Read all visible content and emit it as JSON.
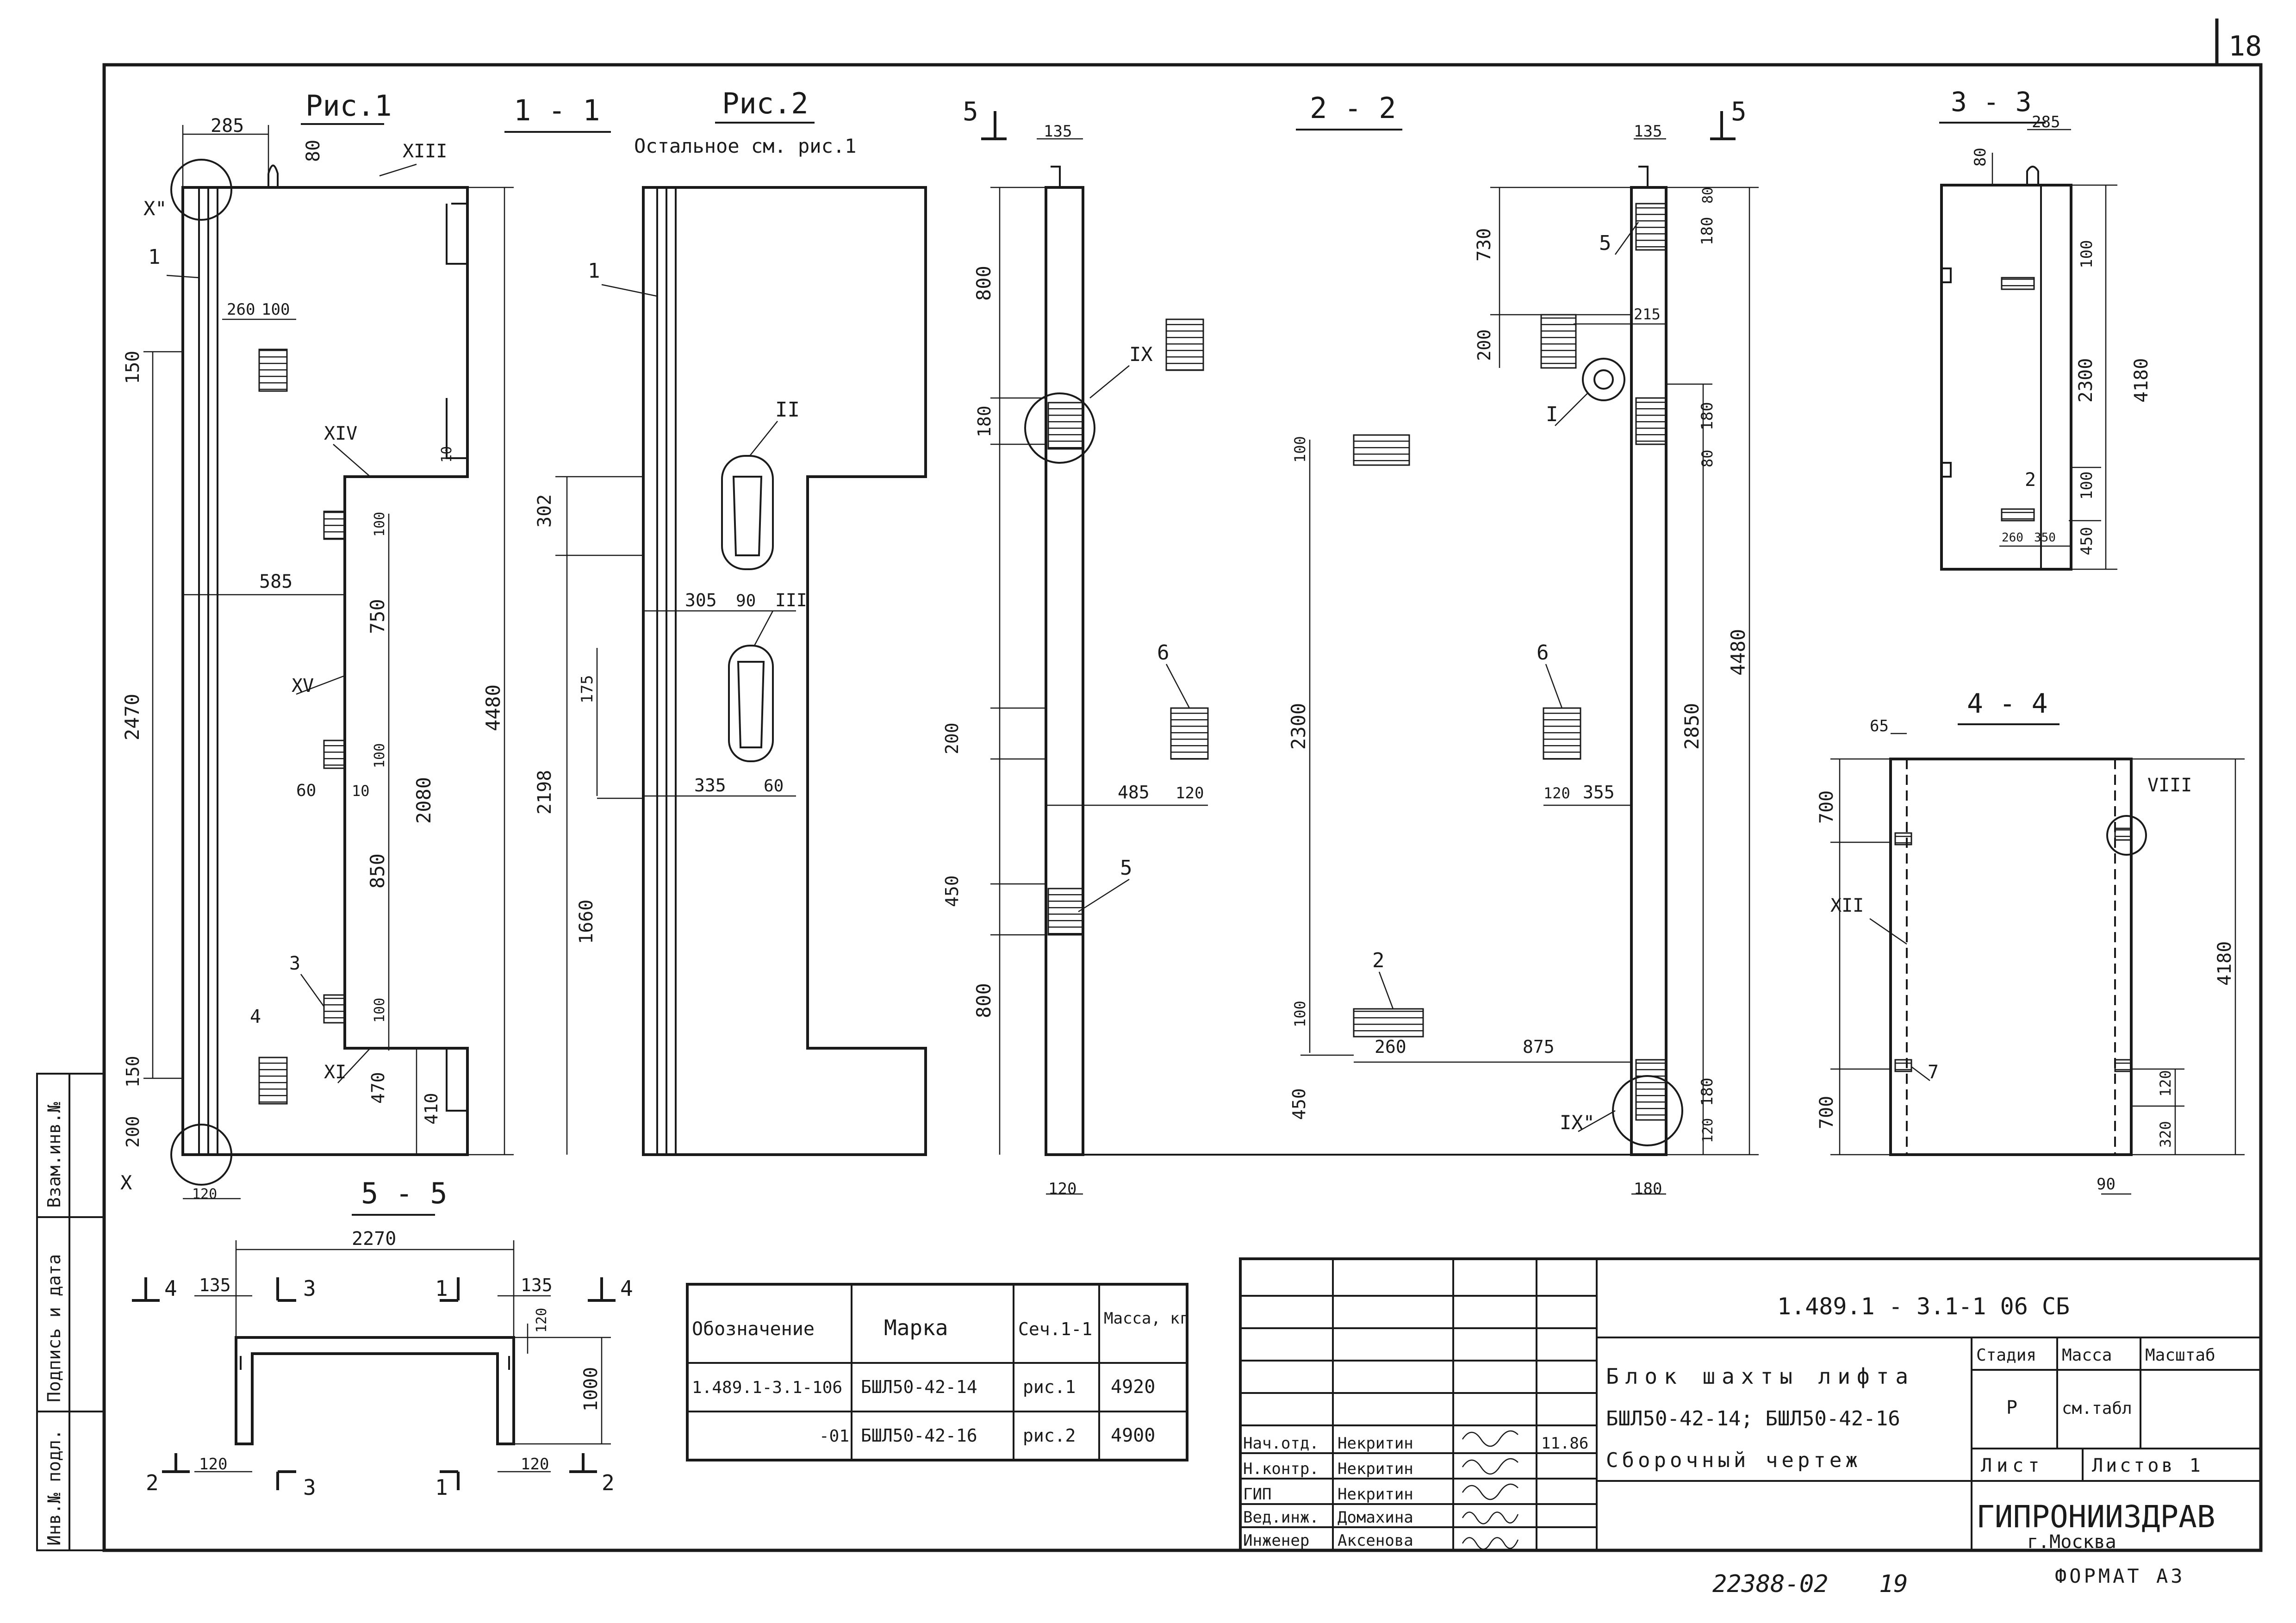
{
  "sheet": {
    "page_number": "18",
    "footer_number": "22388-02",
    "footer_page": "19",
    "format": "ФОРМАТ А3"
  },
  "views": {
    "fig1": {
      "title": "Рис.1",
      "section": "1 - 1",
      "dims": [
        "285",
        "80",
        "260",
        "100",
        "150",
        "585",
        "2470",
        "750",
        "2080",
        "4480",
        "60",
        "10",
        "850",
        "100",
        "470",
        "410",
        "150",
        "200",
        "120",
        "10",
        "100",
        "100",
        "100"
      ],
      "markers": [
        "XIII",
        "X\"",
        "XIV",
        "XV",
        "XI",
        "X",
        "1",
        "3",
        "4"
      ]
    },
    "fig2": {
      "title": "Рис.2",
      "subtitle": "Остальное см. рис.1",
      "dims": [
        "302",
        "305",
        "90",
        "175",
        "2198",
        "1660",
        "335",
        "60"
      ],
      "markers": [
        "II",
        "III",
        "1"
      ]
    },
    "sec22": {
      "title": "2 - 2",
      "cut_left": "5",
      "cut_right": "5",
      "dims": [
        "135",
        "800",
        "180",
        "200",
        "450",
        "800",
        "485",
        "120",
        "120",
        "730",
        "200",
        "215",
        "180",
        "2300",
        "100",
        "180",
        "80",
        "2850",
        "4480",
        "80",
        "180",
        "100",
        "260",
        "875",
        "450",
        "180",
        "120",
        "355",
        "120",
        "135"
      ],
      "markers": [
        "IX",
        "IX\"",
        "I",
        "5",
        "5",
        "6",
        "6",
        "2"
      ]
    },
    "sec33": {
      "title": "3 - 3",
      "dims": [
        "285",
        "80",
        "100",
        "2300",
        "4180",
        "100",
        "450",
        "260",
        "350"
      ],
      "markers": [
        "2"
      ]
    },
    "sec44": {
      "title": "4 - 4",
      "dims": [
        "65",
        "700",
        "4180",
        "700",
        "120",
        "320",
        "90"
      ],
      "markers": [
        "VIII",
        "XII",
        "7"
      ]
    },
    "sec55": {
      "title": "5 - 5",
      "dims": [
        "2270",
        "135",
        "135",
        "120",
        "1000",
        "120",
        "120"
      ],
      "cuts": [
        "4",
        "3",
        "1",
        "4",
        "2",
        "3",
        "1",
        "2"
      ]
    }
  },
  "spec_table": {
    "headers": [
      "Обозначение",
      "Марка",
      "Сеч.1-1",
      "Масса, кг"
    ],
    "rows": [
      [
        "1.489.1-3.1-106",
        "БШЛ50-42-14",
        "рис.1",
        "4920"
      ],
      [
        "-01",
        "БШЛ50-42-16",
        "рис.2",
        "4900"
      ]
    ]
  },
  "title_block": {
    "code": "1.489.1 - 3.1-1 06 СБ",
    "name_line1": "Блок шахты лифта",
    "name_line2": "БШЛ50-42-14; БШЛ50-42-16",
    "name_line3": "Сборочный чертеж",
    "stage_label": "Стадия",
    "mass_label": "Масса",
    "scale_label": "Масштаб",
    "stage_value": "Р",
    "mass_value": "см.табл",
    "sheet_label": "Лист",
    "sheets_label": "Листов 1",
    "org": "ГИПРОНИИЗДРАВ",
    "city": "г.Москва",
    "signatures": [
      {
        "role": "Нач.отд.",
        "name": "Некритин",
        "date": "11.86"
      },
      {
        "role": "Н.контр.",
        "name": "Некритин",
        "date": ""
      },
      {
        "role": "ГИП",
        "name": "Некритин",
        "date": ""
      },
      {
        "role": "Вед.инж.",
        "name": "Домахина",
        "date": ""
      },
      {
        "role": "Инженер",
        "name": "Аксенова",
        "date": ""
      }
    ]
  },
  "side_stamp": [
    "Взам.инв.№",
    "Подпись и дата",
    "Инв.№ подл."
  ]
}
